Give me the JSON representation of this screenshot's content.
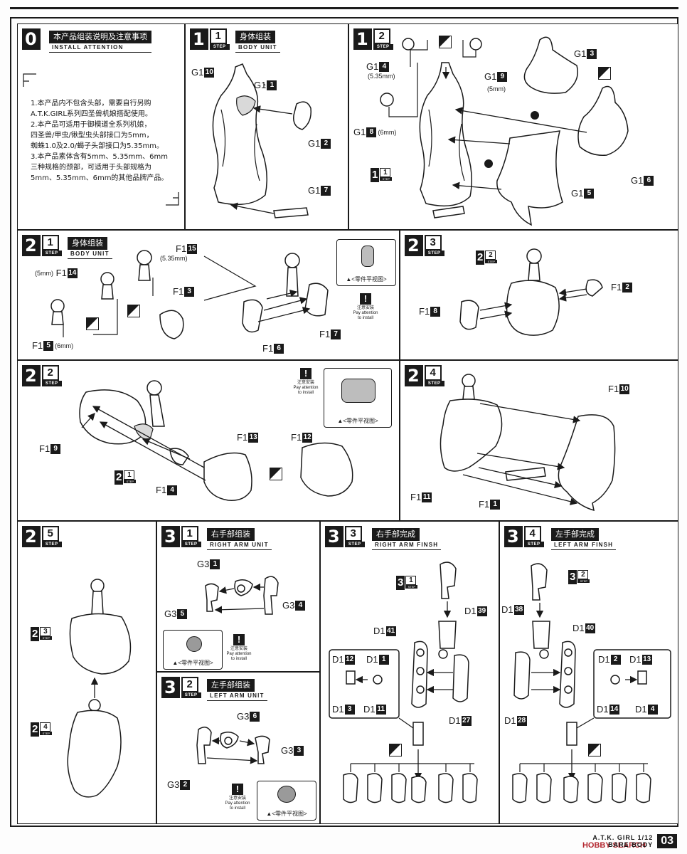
{
  "steps": {
    "s0": {
      "num": "0",
      "title_zh": "本产品组装说明及注意事项",
      "title_en": "INSTALL ATTENTION",
      "lines": [
        "1.本产品内不包含头部，需要自行另购",
        "A.T.K.GIRL系列四圣兽机娘搭配使用。",
        "2.本产品可适用于御模道全系列机娘，",
        "四圣兽/甲虫/锹型虫头部接口为5mm，",
        "蜘蛛1.0及2.0/蝎子头部接口为5.35mm。",
        "3.本产品素体含有5mm、5.35mm、6mm",
        "三种规格的颈部，可适用于头部规格为",
        "5mm、5.35mm、6mm的其他品牌产品。"
      ]
    },
    "s1_1": {
      "num": "1",
      "sub": "1",
      "title_zh": "身体组装",
      "title_en": "BODY UNIT"
    },
    "s1_2": {
      "num": "1",
      "sub": "2"
    },
    "s2_1": {
      "num": "2",
      "sub": "1",
      "title_zh": "身体组装",
      "title_en": "BODY UNIT"
    },
    "s2_3": {
      "num": "2",
      "sub": "3"
    },
    "s2_2": {
      "num": "2",
      "sub": "2"
    },
    "s2_4": {
      "num": "2",
      "sub": "4"
    },
    "s2_5": {
      "num": "2",
      "sub": "5"
    },
    "s3_1": {
      "num": "3",
      "sub": "1",
      "title_zh": "右手部组装",
      "title_en": "RIGHT ARM UNIT"
    },
    "s3_2": {
      "num": "3",
      "sub": "2",
      "title_zh": "左手部组装",
      "title_en": "LEFT ARM UNIT"
    },
    "s3_3": {
      "num": "3",
      "sub": "3",
      "title_zh": "右手部完成",
      "title_en": "RIGHT ARM FINSH"
    },
    "s3_4": {
      "num": "3",
      "sub": "4",
      "title_zh": "左手部完成",
      "title_en": "LEFT ARM FINSH"
    }
  },
  "step_word": "STEP",
  "attention": {
    "zh": "注意安装",
    "en1": "Pay attention",
    "en2": "to install",
    "plan": "▲<零件平视图>"
  },
  "parts": {
    "g1_10": {
      "p": "G1",
      "n": "10"
    },
    "g1_1": {
      "p": "G1",
      "n": "1"
    },
    "g1_2": {
      "p": "G1",
      "n": "2"
    },
    "g1_7": {
      "p": "G1",
      "n": "7"
    },
    "g1_4": {
      "p": "G1",
      "n": "4",
      "sz": "(5.35mm)"
    },
    "g1_9": {
      "p": "G1",
      "n": "9",
      "sz": "(5mm)"
    },
    "g1_8": {
      "p": "G1",
      "n": "8",
      "sz": "(6mm)"
    },
    "g1_3": {
      "p": "G1",
      "n": "3"
    },
    "g1_6": {
      "p": "G1",
      "n": "6"
    },
    "g1_5": {
      "p": "G1",
      "n": "5"
    },
    "f1_15": {
      "p": "F1",
      "n": "15",
      "sz": "(5.35mm)"
    },
    "f1_14": {
      "p": "F1",
      "n": "14",
      "sz": "(5mm)"
    },
    "f1_3": {
      "p": "F1",
      "n": "3"
    },
    "f1_5": {
      "p": "F1",
      "n": "5",
      "sz": "(6mm)"
    },
    "f1_6": {
      "p": "F1",
      "n": "6"
    },
    "f1_7": {
      "p": "F1",
      "n": "7"
    },
    "f1_2": {
      "p": "F1",
      "n": "2"
    },
    "f1_8": {
      "p": "F1",
      "n": "8"
    },
    "f1_9": {
      "p": "F1",
      "n": "9"
    },
    "f1_13": {
      "p": "F1",
      "n": "13"
    },
    "f1_12": {
      "p": "F1",
      "n": "12"
    },
    "f1_4": {
      "p": "F1",
      "n": "4"
    },
    "f1_10": {
      "p": "F1",
      "n": "10"
    },
    "f1_11": {
      "p": "F1",
      "n": "11"
    },
    "f1_1": {
      "p": "F1",
      "n": "1"
    },
    "g3_1": {
      "p": "G3",
      "n": "1"
    },
    "g3_5": {
      "p": "G3",
      "n": "5"
    },
    "g3_4": {
      "p": "G3",
      "n": "4"
    },
    "g3_6": {
      "p": "G3",
      "n": "6"
    },
    "g3_3": {
      "p": "G3",
      "n": "3"
    },
    "g3_2": {
      "p": "G3",
      "n": "2"
    },
    "d1_39": {
      "p": "D1",
      "n": "39"
    },
    "d1_41": {
      "p": "D1",
      "n": "41"
    },
    "d1_12": {
      "p": "D1",
      "n": "12"
    },
    "d1_1": {
      "p": "D1",
      "n": "1"
    },
    "d1_3": {
      "p": "D1",
      "n": "3"
    },
    "d1_11": {
      "p": "D1",
      "n": "11"
    },
    "d1_27": {
      "p": "D1",
      "n": "27"
    },
    "d1_38": {
      "p": "D1",
      "n": "38"
    },
    "d1_40": {
      "p": "D1",
      "n": "40"
    },
    "d1_2": {
      "p": "D1",
      "n": "2"
    },
    "d1_13": {
      "p": "D1",
      "n": "13"
    },
    "d1_14": {
      "p": "D1",
      "n": "14"
    },
    "d1_4": {
      "p": "D1",
      "n": "4"
    },
    "d1_28": {
      "p": "D1",
      "n": "28"
    }
  },
  "footer": {
    "brand_1": "A.T.K. GIRL 1/12",
    "brand_2": "BARE BODY",
    "page": "03",
    "watermark": "HOBBY SEARCH"
  }
}
